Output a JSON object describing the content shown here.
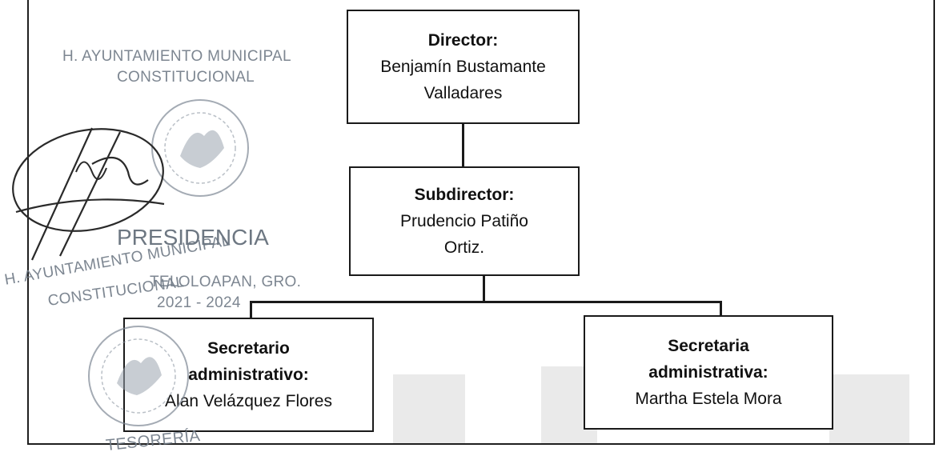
{
  "org_chart": {
    "director": {
      "role": "Director:",
      "name_line1": "Benjamín Bustamante",
      "name_line2": "Valladares"
    },
    "subdirector": {
      "role": "Subdirector:",
      "name_line1": "Prudencio Patiño",
      "name_line2": "Ortiz."
    },
    "secretario": {
      "role_line1": "Secretario",
      "role_line2": "administrativo:",
      "name": "Alan Velázquez Flores"
    },
    "secretaria": {
      "role_line1": "Secretaria",
      "role_line2": "administrativa:",
      "name": "Martha Estela Mora"
    }
  },
  "stamps": {
    "top": {
      "line1": "H. AYUNTAMIENTO MUNICIPAL",
      "line2": "CONSTITUCIONAL"
    },
    "bottom": {
      "title": "PRESIDENCIA",
      "line1": "H. AYUNTAMIENTO MUNICIPAL",
      "line2": "CONSTITUCIONAL",
      "place": "TELOLOAPAN, GRO.",
      "years": "2021 - 2024",
      "footer": "TESORERÍA"
    }
  },
  "colors": {
    "stamp_ink": "#6f7a86",
    "signature_ink": "#2a2a2a",
    "box_border": "#1a1a1a"
  }
}
